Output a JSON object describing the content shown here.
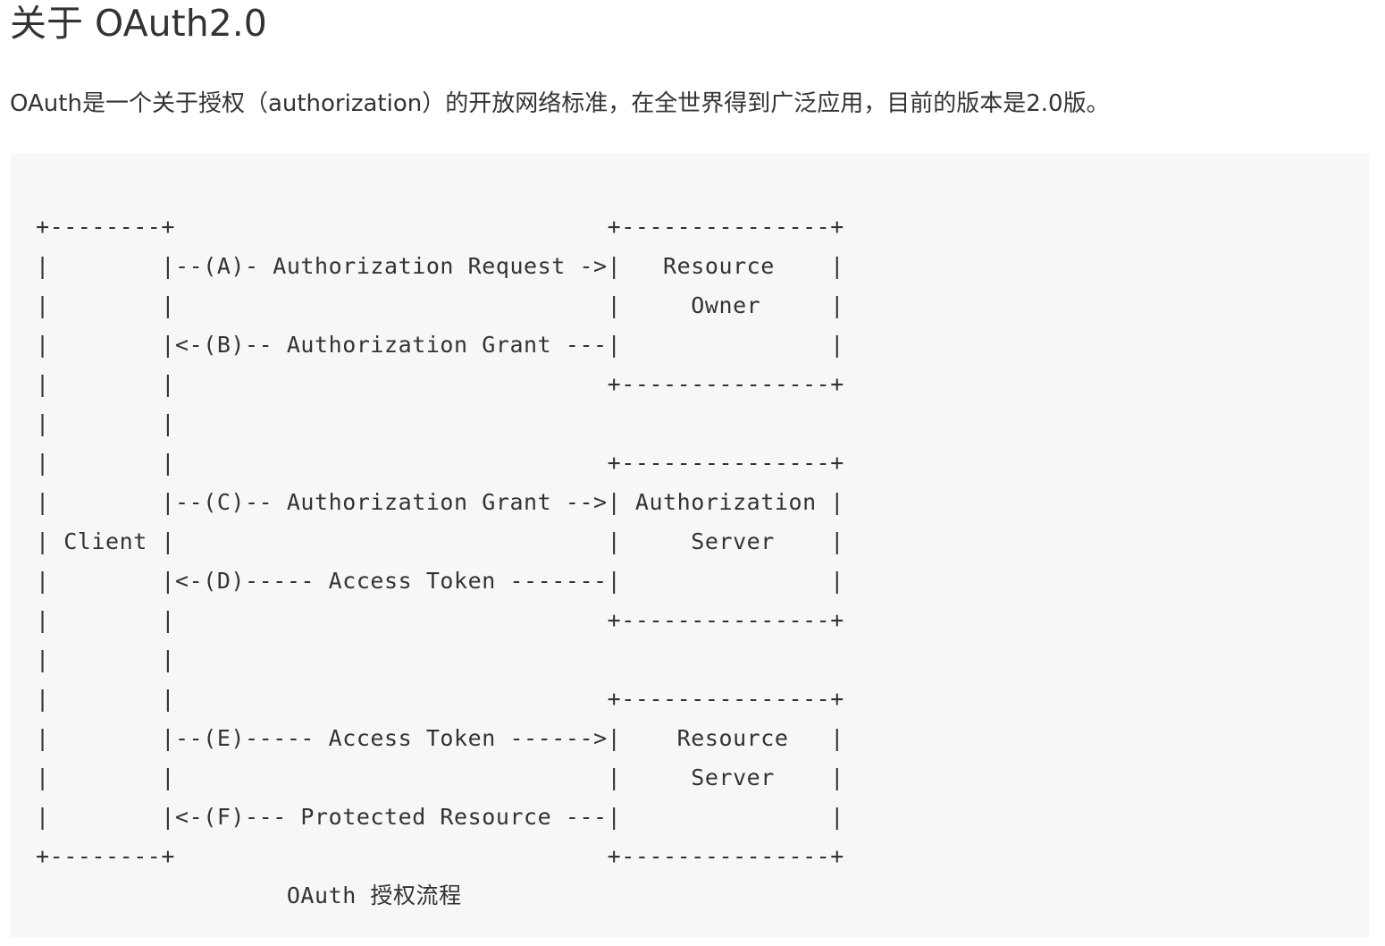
{
  "title": "关于 OAuth2.0",
  "intro": "OAuth是一个关于授权（authorization）的开放网络标准，在全世界得到广泛应用，目前的版本是2.0版。",
  "diagram": {
    "lines": [
      "+--------+                               +---------------+",
      "|        |--(A)- Authorization Request ->|   Resource    |",
      "|        |                               |     Owner     |",
      "|        |<-(B)-- Authorization Grant ---|               |",
      "|        |                               +---------------+",
      "|        |",
      "|        |                               +---------------+",
      "|        |--(C)-- Authorization Grant -->| Authorization |",
      "| Client |                               |     Server    |",
      "|        |<-(D)----- Access Token -------|               |",
      "|        |                               +---------------+",
      "|        |",
      "|        |                               +---------------+",
      "|        |--(E)----- Access Token ------>|    Resource   |",
      "|        |                               |     Server    |",
      "|        |<-(F)--- Protected Resource ---|               |",
      "+--------+                               +---------------+",
      "                  OAuth 授权流程"
    ]
  }
}
